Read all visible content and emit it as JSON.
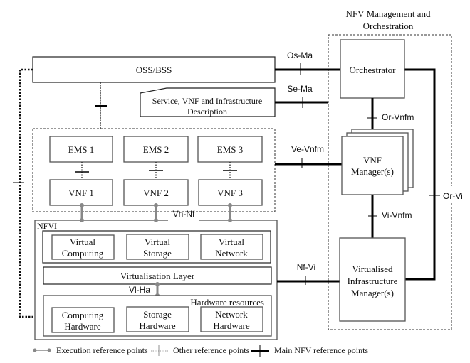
{
  "diagram": {
    "title": "NFV reference architectural framework",
    "mano": {
      "title_line1": "NFV Management and",
      "title_line2": "Orchestration",
      "orchestrator": "Orchestrator",
      "vnfm_line1": "VNF",
      "vnfm_line2": "Manager(s)",
      "vim_line1": "Virtualised",
      "vim_line2": "Infrastructure",
      "vim_line3": "Manager(s)"
    },
    "oss_bss": "OSS/BSS",
    "service_desc_line1": "Service, VNF and Infrastructure",
    "service_desc_line2": "Description",
    "ems": [
      "EMS 1",
      "EMS 2",
      "EMS 3"
    ],
    "vnf": [
      "VNF 1",
      "VNF 2",
      "VNF 3"
    ],
    "nfvi": {
      "label": "NFVI",
      "virtual": [
        {
          "line1": "Virtual",
          "line2": "Computing"
        },
        {
          "line1": "Virtual",
          "line2": "Storage"
        },
        {
          "line1": "Virtual",
          "line2": "Network"
        }
      ],
      "virtualisation_layer": "Virtualisation Layer",
      "hardware_resources": "Hardware resources",
      "hardware": [
        {
          "line1": "Computing",
          "line2": "Hardware"
        },
        {
          "line1": "Storage",
          "line2": "Hardware"
        },
        {
          "line1": "Network",
          "line2": "Hardware"
        }
      ]
    },
    "reference_points": {
      "os_ma": "Os-Ma",
      "se_ma": "Se-Ma",
      "or_vnfm": "Or-Vnfm",
      "ve_vnfm": "Ve-Vnfm",
      "vi_vnfm": "Vi-Vnfm",
      "or_vi": "Or-Vi",
      "nf_vi": "Nf-Vi",
      "vn_nf": "Vn-Nf",
      "vl_ha": "Vl-Ha"
    },
    "legend": {
      "execution": "Execution reference points",
      "other": "Other reference points",
      "main": "Main NFV reference points"
    },
    "colors": {
      "main_line": "#000000",
      "execution_line": "#888888",
      "box_border": "#555555"
    }
  }
}
